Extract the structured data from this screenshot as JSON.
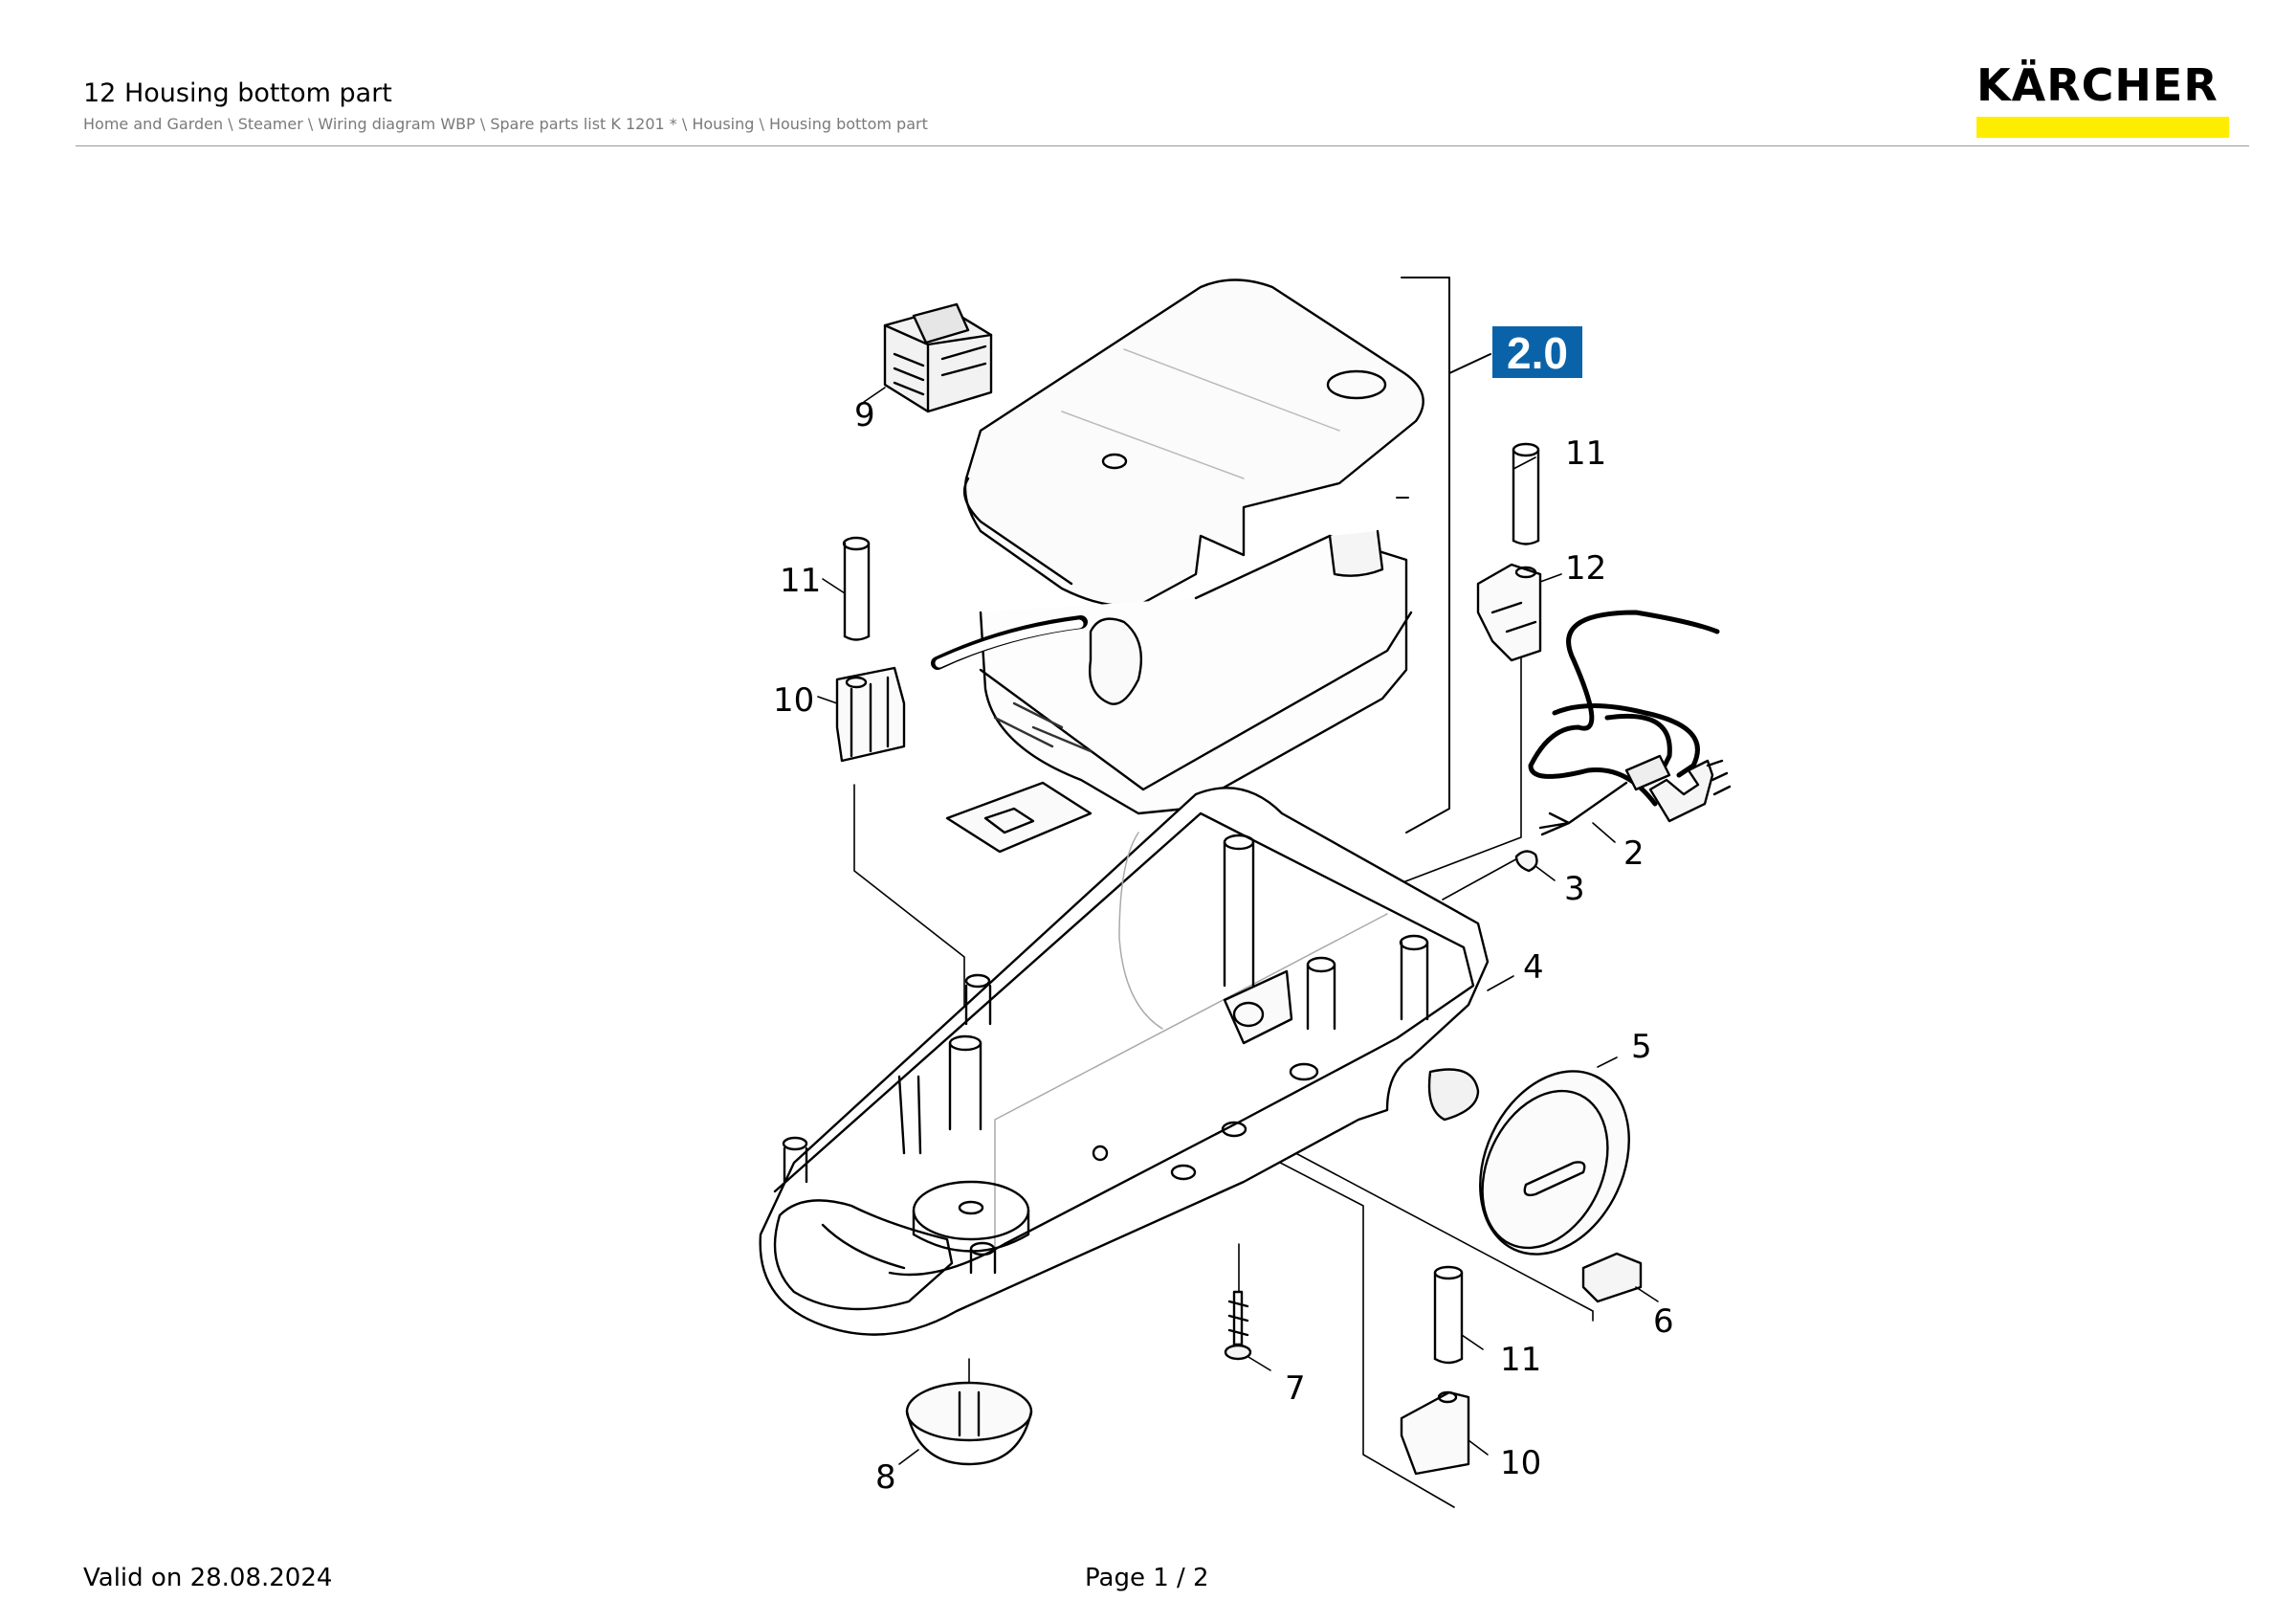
{
  "header": {
    "title": "12 Housing bottom part",
    "breadcrumb": "Home and Garden \\ Steamer \\ Wiring diagram WBP \\ Spare parts list K 1201 * \\ Housing \\ Housing bottom part",
    "logo_text": "KÄRCHER",
    "logo_bar_color": "#ffed00"
  },
  "diagram": {
    "group_badge": "2.0",
    "badge_color": "#0a63a8",
    "callouts": [
      "9",
      "11",
      "12",
      "11",
      "10",
      "2",
      "3",
      "4",
      "5",
      "6",
      "11",
      "7",
      "10",
      "8"
    ]
  },
  "footer": {
    "valid": "Valid on 28.08.2024",
    "page": "Page 1 / 2"
  }
}
